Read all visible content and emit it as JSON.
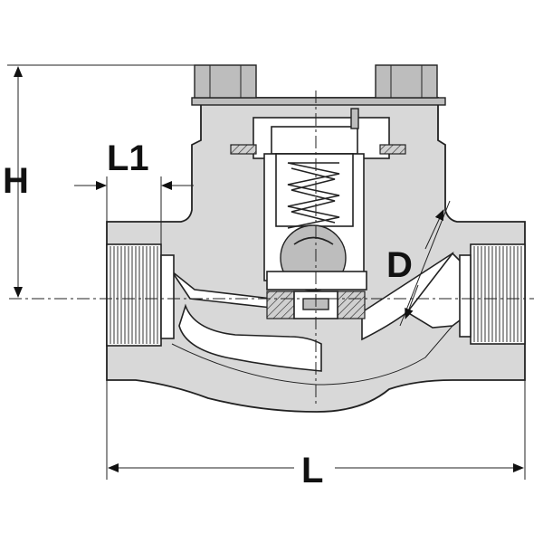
{
  "dimensions": {
    "height_label": "H",
    "end_length_label": "L1",
    "diameter_label": "D",
    "length_label": "L"
  }
}
